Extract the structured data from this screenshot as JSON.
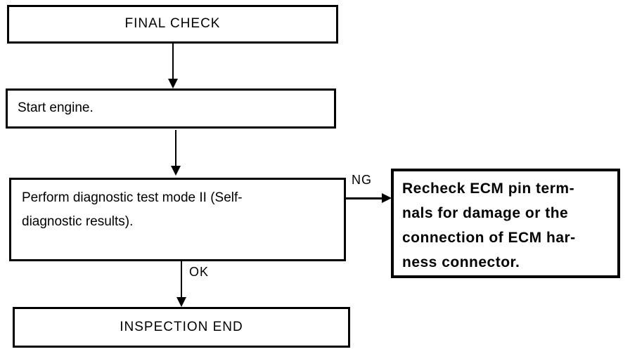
{
  "diagram": {
    "type": "flowchart",
    "colors": {
      "line": "#000000",
      "background": "#ffffff",
      "text": "#000000"
    },
    "nodes": {
      "final_check": {
        "label": "FINAL CHECK"
      },
      "start_engine": {
        "label": "Start engine."
      },
      "perform_diagnostic": {
        "label": "Perform diagnostic test mode II (Self-diagnostic results).",
        "lines": [
          "Perform diagnostic test mode II (Self-",
          "diagnostic results)."
        ]
      },
      "inspection_end": {
        "label": "INSPECTION END"
      },
      "recheck_ecm": {
        "label": "Recheck ECM pin terminals for damage or the connection of ECM harness connector.",
        "lines": [
          "Recheck ECM pin term-",
          "nals for damage or the",
          "connection of ECM har-",
          "ness connector."
        ]
      }
    },
    "edges": {
      "perform_to_recheck": {
        "label": "NG"
      },
      "perform_to_end": {
        "label": "OK"
      }
    }
  }
}
